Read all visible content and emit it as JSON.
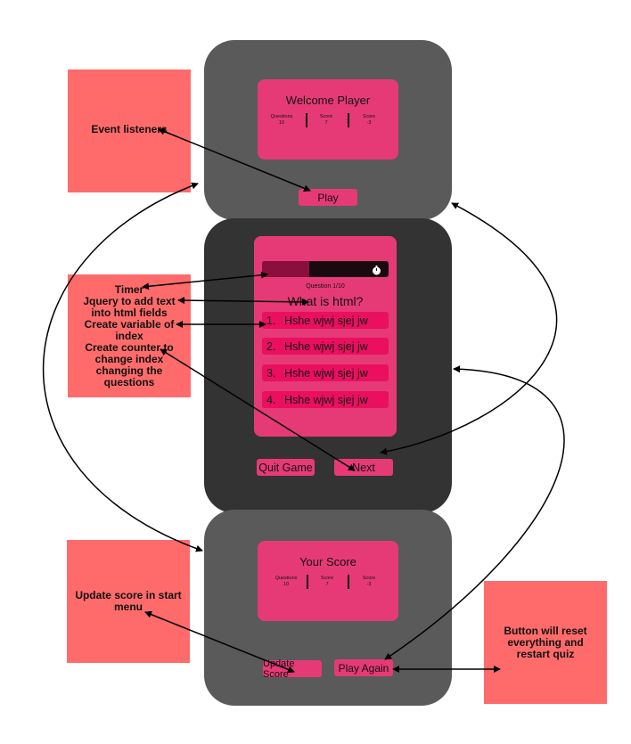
{
  "start_screen": {
    "title": "Welcome Player",
    "stats": [
      {
        "label": "Questions",
        "value": "10"
      },
      {
        "label": "Score",
        "value": "7"
      },
      {
        "label": "Score",
        "value": "-3"
      }
    ],
    "play_button": "Play"
  },
  "quiz_screen": {
    "question_counter": "Question 1/10",
    "question": "What is html?",
    "answers": [
      {
        "number": "1.",
        "text": "Hshe wjwj sjej jw"
      },
      {
        "number": "2.",
        "text": "Hshe wjwj sjej jw"
      },
      {
        "number": "3.",
        "text": "Hshe wjwj sjej jw"
      },
      {
        "number": "4.",
        "text": "Hshe wjwj sjej jw"
      }
    ],
    "quit_button": "Quit Game",
    "next_button": "Next",
    "timer_progress": 0.37
  },
  "end_screen": {
    "title": "Your Score",
    "stats": [
      {
        "label": "Questions",
        "value": "10"
      },
      {
        "label": "Score",
        "value": "7"
      },
      {
        "label": "Score",
        "value": "-3"
      }
    ],
    "update_button": "Update Score",
    "play_again_button": "Play Again"
  },
  "notes": {
    "event_listeners": "Event listeners",
    "quiz_logic": [
      "Timer",
      "Jquery to add text into html fields",
      "Create variable of index",
      "Create counter to change index changing the questions"
    ],
    "update_score": "Update score in start menu",
    "reset": "Button will reset everything and restart quiz"
  },
  "colors": {
    "phone_top": "#5a5a5a",
    "phone_middle": "#333333",
    "card": "#e63a76",
    "answer": "#ea0f5f",
    "note": "#ff6b6b"
  }
}
